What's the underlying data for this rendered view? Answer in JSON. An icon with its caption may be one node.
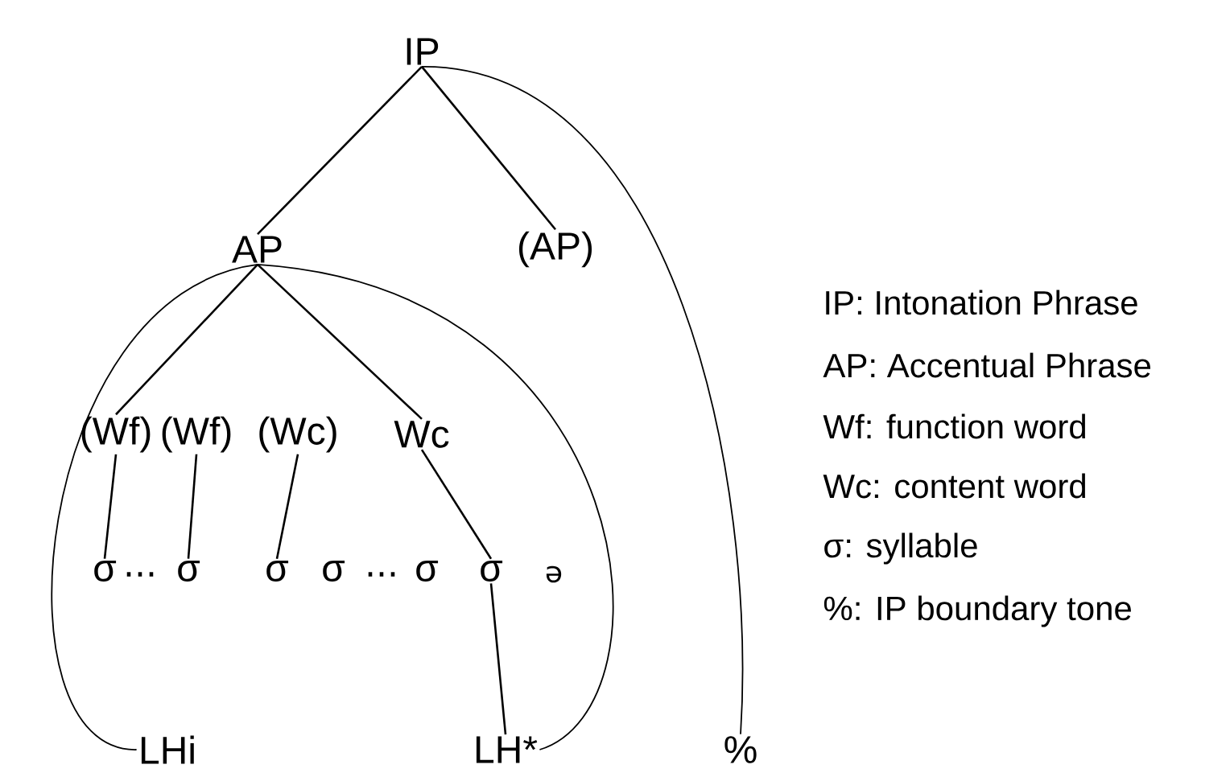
{
  "diagram": {
    "nodes": [
      {
        "text": [
          "IP"
        ]
      },
      {
        "text": [
          "AP"
        ]
      },
      {
        "text": [
          "(AP)"
        ]
      },
      {
        "text": [
          "(Wf)"
        ]
      },
      {
        "text": [
          "(Wf)"
        ]
      },
      {
        "text": [
          "(Wc)"
        ]
      },
      {
        "text": [
          "Wc"
        ]
      },
      {
        "text": [
          "σ"
        ]
      },
      {
        "text": [
          "σ"
        ]
      },
      {
        "text": [
          "σ"
        ]
      },
      {
        "text": [
          "σ"
        ]
      },
      {
        "text": [
          "σ"
        ]
      },
      {
        "text": [
          "σ"
        ]
      },
      {
        "text": [
          "LHi"
        ]
      },
      {
        "text": [
          "LH*"
        ]
      },
      {
        "text": [
          "%"
        ]
      }
    ],
    "edges": [
      {
        "from": 0,
        "to": 1,
        "arrow": "none"
      },
      {
        "from": 0,
        "to": 2,
        "arrow": "none"
      },
      {
        "from": 1,
        "to": 3,
        "arrow": "none"
      },
      {
        "from": 1,
        "to": 6,
        "arrow": "none"
      },
      {
        "from": 3,
        "to": 7,
        "arrow": "none"
      },
      {
        "from": 4,
        "to": 8,
        "arrow": "none"
      },
      {
        "from": 5,
        "to": 9,
        "arrow": "none"
      },
      {
        "from": 6,
        "to": 12,
        "arrow": "none"
      },
      {
        "from": 12,
        "to": 14,
        "arrow": "none"
      },
      {
        "from": 1,
        "to": 13,
        "arrow": "none"
      },
      {
        "from": 1,
        "to": 14,
        "arrow": "none"
      },
      {
        "from": 0,
        "to": 15,
        "arrow": "none"
      }
    ],
    "labels": [
      "...",
      "...",
      "ə",
      "IP: Intonation Phrase",
      "AP: Accentual Phrase",
      "Wf: function word",
      "Wc: content word",
      "σ: syllable",
      "%: IP boundary tone"
    ]
  }
}
